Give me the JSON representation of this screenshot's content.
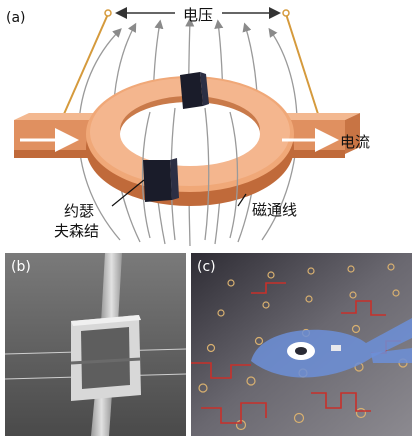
{
  "panels": {
    "a": {
      "label": "(a)",
      "voltage": "电压",
      "current": "电流",
      "junction_line1": "约瑟",
      "junction_line2": "夫森结",
      "flux_lines": "磁通线"
    },
    "b": {
      "label": "(b)"
    },
    "c": {
      "label": "(c)"
    }
  },
  "colors": {
    "copper_top": "#f0a878",
    "copper_side": "#d9804d",
    "copper_dark": "#c06a3a",
    "junction": "#1a1c2a",
    "wire": "#d59a3c",
    "flux": "#9a9a9a",
    "arrow": "#ffffff",
    "blue_device": "#6c8fd8",
    "red_trace": "#c8302a"
  }
}
